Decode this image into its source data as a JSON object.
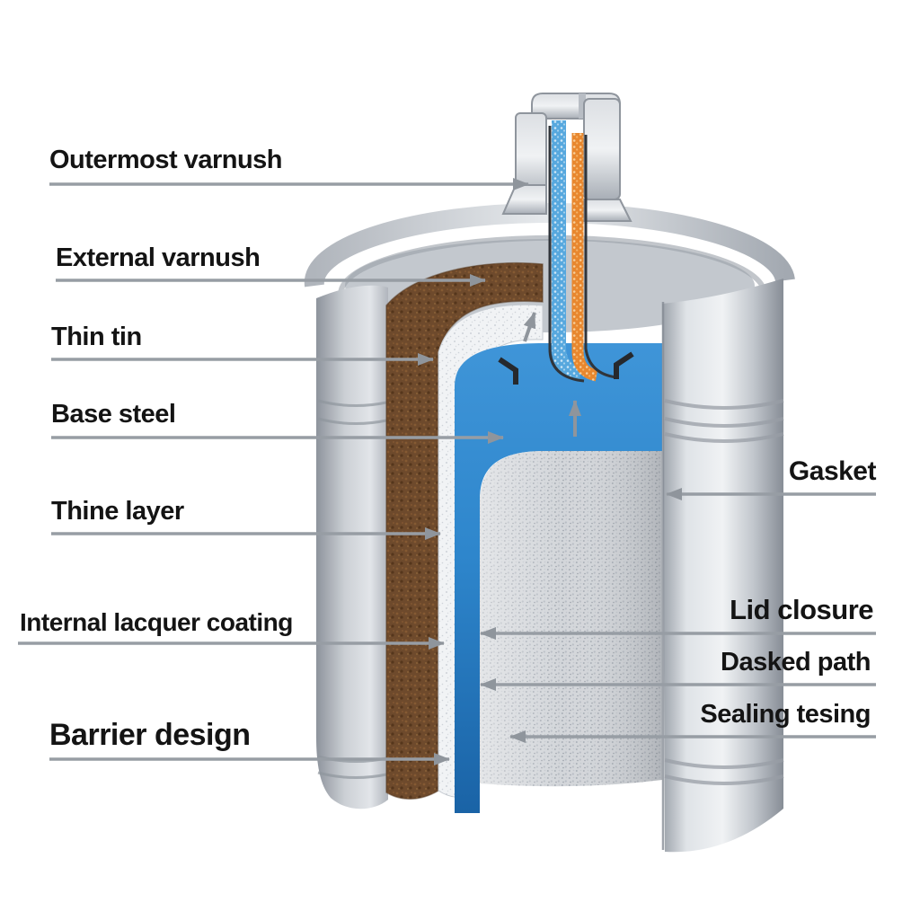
{
  "diagram": {
    "type": "cutaway-can-coating-diagram",
    "labels_left": [
      {
        "text": "Outermost varnush"
      },
      {
        "text": "External varnush"
      },
      {
        "text": "Thin tin"
      },
      {
        "text": "Base steel"
      },
      {
        "text": "Thine layer"
      },
      {
        "text": "Internal lacquer coating"
      },
      {
        "text": "Barrier design"
      }
    ],
    "labels_right": [
      {
        "text": "Gasket"
      },
      {
        "text": "Lid closure"
      },
      {
        "text": "Dasked path"
      },
      {
        "text": "Sealing tesing"
      }
    ],
    "colors": {
      "background": "#ffffff",
      "leader_line": "#979da4",
      "label_text": "#141414",
      "silver_light": "#eef0f3",
      "silver_dark": "#878d96",
      "brown_layer": "#6e4a2c",
      "speckle_layer": "#f1f3f5",
      "blue_layer": "#2e86cc",
      "interior_fill": "#d3d6da",
      "channel_blue": "#57a8de",
      "channel_orange": "#e8872e"
    }
  }
}
